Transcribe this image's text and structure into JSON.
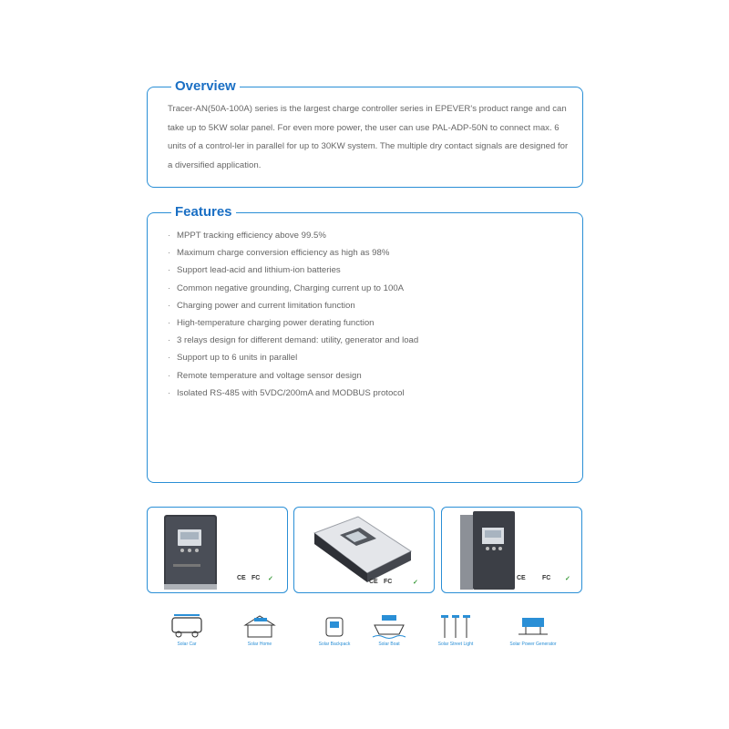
{
  "overview": {
    "title": "Overview",
    "text": "Tracer-AN(50A-100A) series is the largest charge controller series in EPEVER's product range and can take up to 5KW solar panel. For even more power, the user can use PAL-ADP-50N to connect max. 6 units of a control-ler in parallel for up to 30KW system. The multiple dry contact signals are designed for a diversified application."
  },
  "features": {
    "title": "Features",
    "items": [
      "MPPT tracking efficiency above 99.5%",
      "Maximum charge conversion efficiency as high as 98%",
      "Support lead-acid and lithium-ion batteries",
      "Common negative grounding, Charging current up to 100A",
      "Charging power and current limitation function",
      "High-temperature charging power derating function",
      "3 relays design for different demand: utility, generator and load",
      "Support up to 6 units in parallel",
      "Remote temperature and voltage sensor design",
      "Isolated RS-485 with 5VDC/200mA and MODBUS protocol"
    ]
  },
  "products": {
    "cert_fc": "FC",
    "cert_ce": "CE"
  },
  "applications": [
    {
      "label": "Solar Car",
      "icon": "car-icon"
    },
    {
      "label": "Solar Home",
      "icon": "home-icon"
    },
    {
      "label": "Solar Backpack",
      "icon": "backpack-icon"
    },
    {
      "label": "Solar Boat",
      "icon": "boat-icon"
    },
    {
      "label": "Solar Street Light",
      "icon": "street-light-icon"
    },
    {
      "label": "Solar Power Generator",
      "icon": "generator-icon"
    }
  ],
  "colors": {
    "accent": "#2a8fd6",
    "title": "#1a6fc4"
  }
}
